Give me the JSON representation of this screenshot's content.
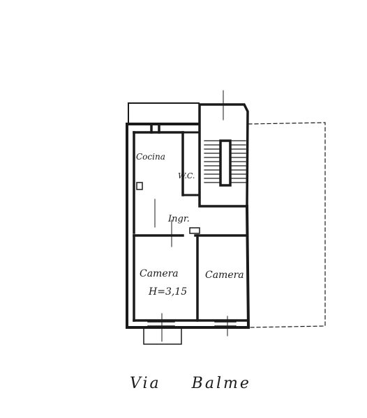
{
  "rooms": {
    "cucina": "Cocina",
    "wc": "W.C.",
    "ingresso": "Ingr.",
    "camera_left": "Camera",
    "camera_left_height": "H=3,15",
    "camera_right": "Camera"
  },
  "street": {
    "word1": "Via",
    "word2": "Balme"
  },
  "colors": {
    "ink": "#1a1a1a",
    "paper": "#ffffff"
  }
}
